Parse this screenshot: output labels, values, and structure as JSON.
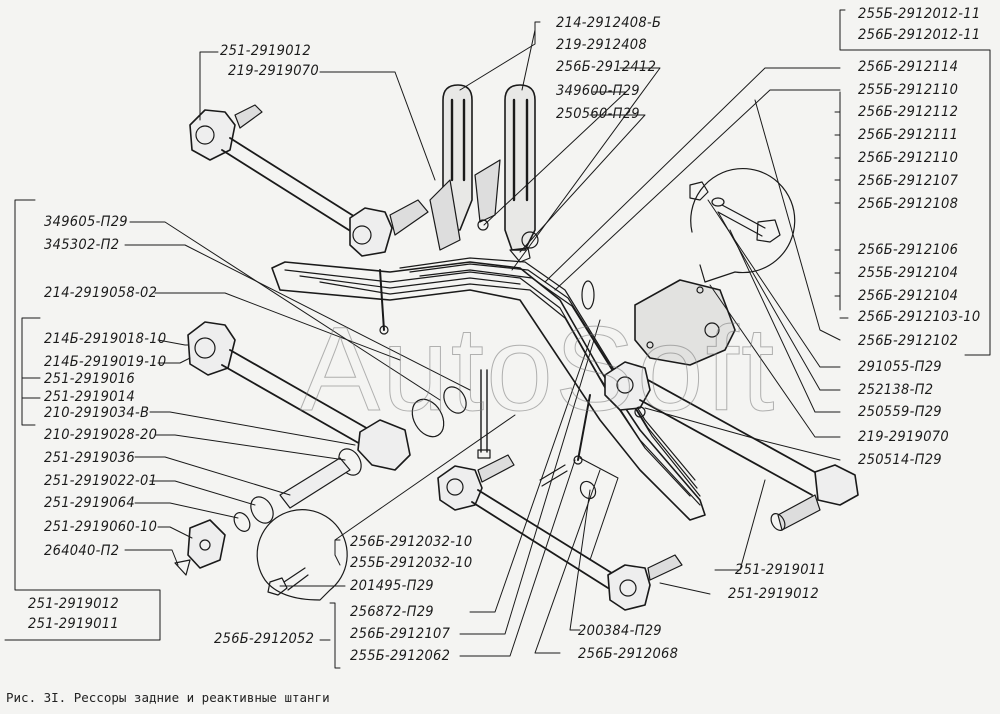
{
  "caption": "Рис. 3I. Рессоры задние и реактивные штанги",
  "watermark": "AutoSoft",
  "labels": {
    "top_left_1": "251-2919012",
    "top_left_2": "219-2919070",
    "top_mid_1": "214-2912408-Б",
    "top_mid_2": "219-2912408",
    "top_mid_3": "256Б-2912412",
    "top_mid_4": "349600-П29",
    "top_mid_5": "250560-П29",
    "top_right_1": "255Б-2912012-11",
    "top_right_2": "256Б-2912012-11",
    "right_1": "256Б-2912114",
    "right_2": "255Б-2912110",
    "right_3": "256Б-2912112",
    "right_4": "256Б-2912111",
    "right_5": "256Б-2912110",
    "right_6": "256Б-2912107",
    "right_7": "256Б-2912108",
    "right_8": "256Б-2912106",
    "right_9": "255Б-2912104",
    "right_10": "256Б-2912104",
    "right_11": "256Б-2912103-10",
    "right_12": "256Б-2912102",
    "right_13": "291055-П29",
    "right_14": "252138-П2",
    "right_15": "250559-П29",
    "right_16": "219-2919070",
    "right_17": "250514-П29",
    "right_18": "251-2919011",
    "right_19": "251-2919012",
    "left_1": "349605-П29",
    "left_2": "345302-П2",
    "left_3": "214-2919058-02",
    "left_4": "214Б-2919018-10",
    "left_5": "214Б-2919019-10",
    "left_6": "251-2919016",
    "left_7": "251-2919014",
    "left_8": "210-2919034-В",
    "left_9": "210-2919028-20",
    "left_10": "251-2919036",
    "left_11": "251-2919022-01",
    "left_12": "251-2919064",
    "left_13": "251-2919060-10",
    "left_14": "264040-П2",
    "left_box_1": "251-2919012",
    "left_box_2": "251-2919011",
    "bottom_1": "256Б-2912032-10",
    "bottom_2": "255Б-2912032-10",
    "bottom_3": "201495-П29",
    "bottom_4": "256872-П29",
    "bottom_5": "256Б-2912107",
    "bottom_6": "255Б-2912062",
    "bottom_7": "256Б-2912052",
    "bottom_8": "200384-П29",
    "bottom_9": "256Б-2912068"
  }
}
